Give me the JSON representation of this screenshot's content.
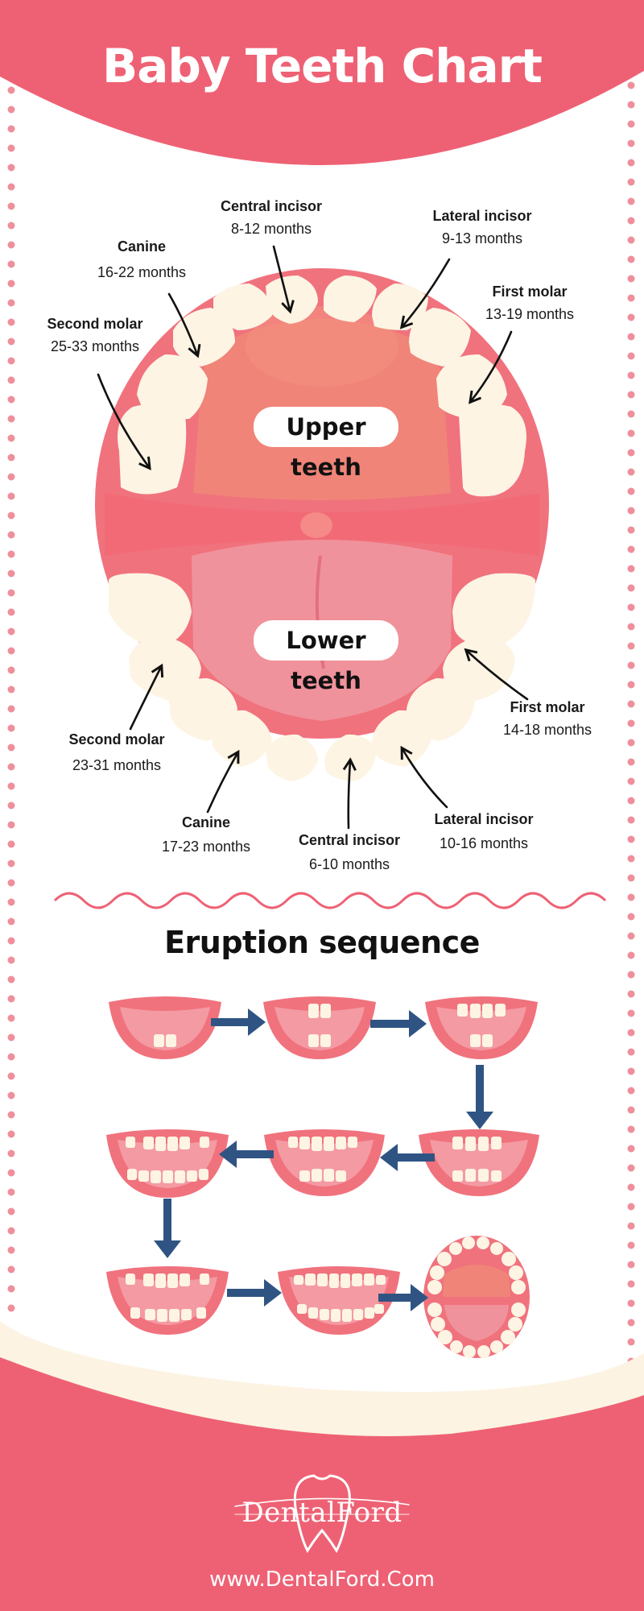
{
  "title": "Baby Teeth Chart",
  "upper_label": "Upper teeth",
  "lower_label": "Lower teeth",
  "upper": {
    "central_incisor": {
      "name": "Central incisor",
      "months": "8-12 months"
    },
    "lateral_incisor": {
      "name": "Lateral incisor",
      "months": "9-13 months"
    },
    "canine": {
      "name": "Canine",
      "months": "16-22 months"
    },
    "first_molar": {
      "name": "First molar",
      "months": "13-19 months"
    },
    "second_molar": {
      "name": "Second molar",
      "months": "25-33 months"
    }
  },
  "lower": {
    "central_incisor": {
      "name": "Central incisor",
      "months": "6-10 months"
    },
    "lateral_incisor": {
      "name": "Lateral incisor",
      "months": "10-16 months"
    },
    "canine": {
      "name": "Canine",
      "months": "17-23 months"
    },
    "first_molar": {
      "name": "First molar",
      "months": "14-18 months"
    },
    "second_molar": {
      "name": "Second molar",
      "months": "23-31 months"
    }
  },
  "eruption_title": "Eruption sequence",
  "brand": "DentalFord",
  "website": "www.DentalFord.Com",
  "colors": {
    "brand_pink": "#ee6174",
    "gum": "#f0727d",
    "palate": "#f08478",
    "tongue": "#f0929b",
    "tooth": "#fdf4e3",
    "arrow_blue": "#2f5483",
    "cream": "#fdf3e2"
  }
}
